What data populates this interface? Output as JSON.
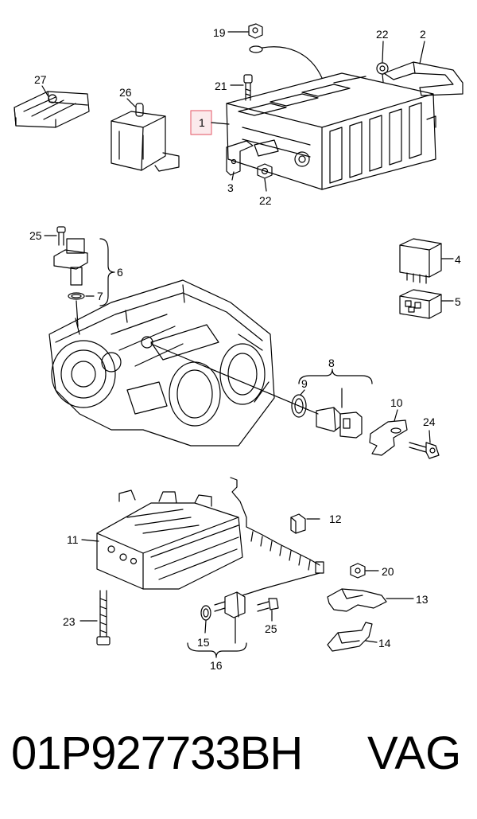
{
  "callouts": {
    "c1": "1",
    "c2": "2",
    "c3": "3",
    "c4": "4",
    "c5": "5",
    "c6": "6",
    "c7": "7",
    "c8": "8",
    "c9": "9",
    "c10": "10",
    "c11": "11",
    "c12": "12",
    "c13": "13",
    "c14": "14",
    "c15": "15",
    "c16": "16",
    "c19": "19",
    "c20": "20",
    "c21": "21",
    "c22a": "22",
    "c22b": "22",
    "c23": "23",
    "c24": "24",
    "c25a": "25",
    "c25b": "25",
    "c26": "26",
    "c27": "27"
  },
  "highlight": {
    "color": "#e8727e",
    "fill": "#fbeaec"
  },
  "footer": {
    "part_number": "01P927733BH",
    "brand": "VAG"
  }
}
